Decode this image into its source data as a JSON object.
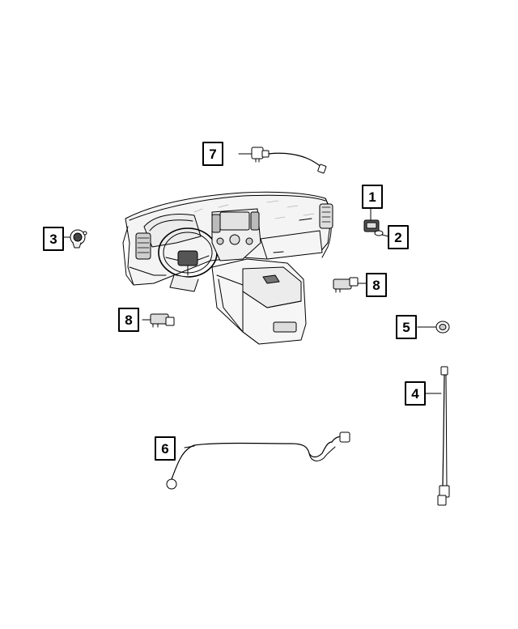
{
  "callouts": [
    {
      "id": "c1",
      "label": "1"
    },
    {
      "id": "c2",
      "label": "2"
    },
    {
      "id": "c3",
      "label": "3"
    },
    {
      "id": "c4",
      "label": "4"
    },
    {
      "id": "c5",
      "label": "5"
    },
    {
      "id": "c6",
      "label": "6"
    },
    {
      "id": "c7",
      "label": "7"
    },
    {
      "id": "c8a",
      "label": "8"
    },
    {
      "id": "c8b",
      "label": "8"
    }
  ],
  "colors": {
    "line": "#000000",
    "fill_light": "#f2f2f2",
    "fill_dark": "#3a3a3a",
    "background": "#ffffff"
  }
}
